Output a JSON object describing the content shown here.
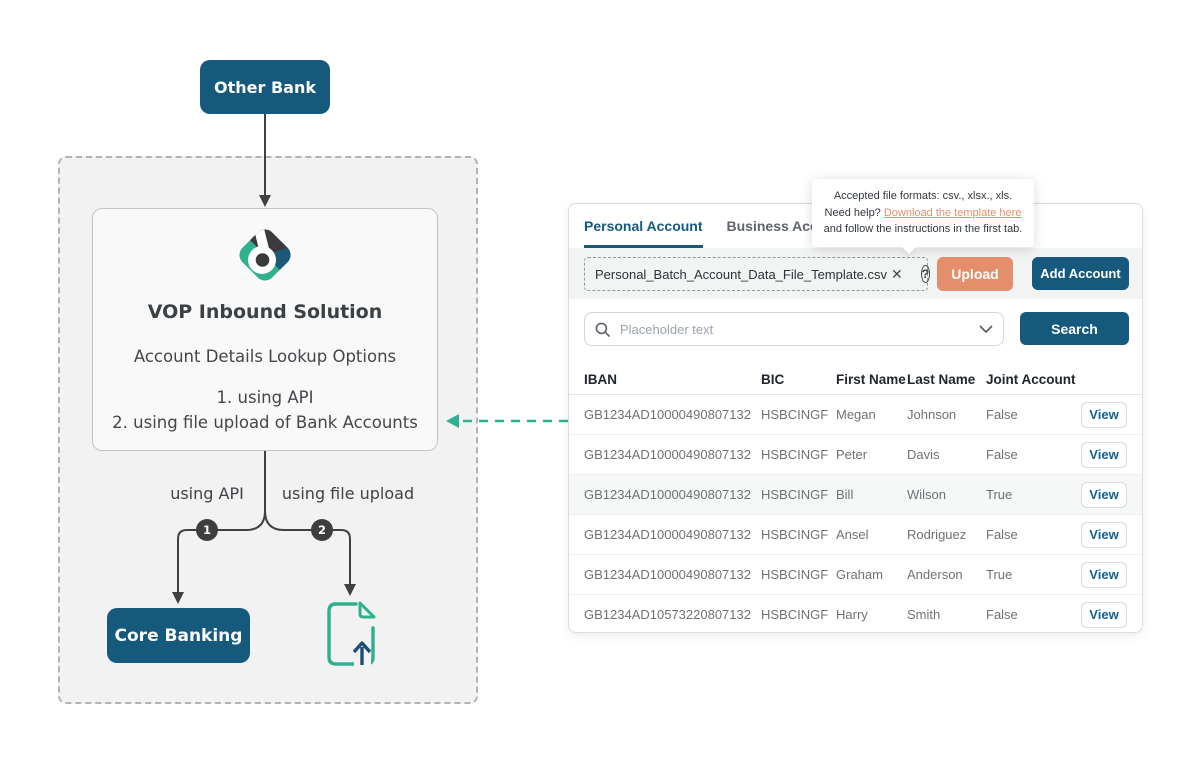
{
  "colors": {
    "navy": "#15597d",
    "salmon": "#e58e6b",
    "teal": "#2fb190",
    "line_dark": "#3f4043",
    "link_salmon": "#e78f6d"
  },
  "diagram": {
    "other_bank": "Other Bank",
    "title": "VOP Inbound Solution",
    "subtitle": "Account Details Lookup Options",
    "options": [
      "1. using API",
      "2. using file upload of Bank Accounts"
    ],
    "branch_api_label": "using API",
    "branch_file_label": "using file upload",
    "badges": [
      "1",
      "2"
    ],
    "core_banking": "Core Banking"
  },
  "panel": {
    "tabs": [
      {
        "label": "Personal Account"
      },
      {
        "label": "Business Account"
      }
    ],
    "tooltip": {
      "before": "Accepted file formats: csv., xlsx., xls. Need help? ",
      "link": "Download the template here",
      "after": " and follow the instructions in the first tab."
    },
    "file_upload": {
      "filename": "Personal_Batch_Account_Data_File_Template.csv",
      "clear_glyph": "✕",
      "help_glyph": "?",
      "upload_label": "Upload",
      "add_account_label": "Add Account"
    },
    "search": {
      "placeholder": "Placeholder text",
      "button_label": "Search"
    },
    "table": {
      "headers": [
        "IBAN",
        "BIC",
        "First Name",
        "Last Name",
        "Joint Account"
      ],
      "rows": [
        [
          "GB1234AD10000490807132",
          "HSBCINGF",
          "Megan",
          "Johnson",
          "False",
          "View"
        ],
        [
          "GB1234AD10000490807132",
          "HSBCINGF",
          "Peter",
          "Davis",
          "False",
          "View"
        ],
        [
          "GB1234AD10000490807132",
          "HSBCINGF",
          "Bill",
          "Wilson",
          "True",
          "View"
        ],
        [
          "GB1234AD10000490807132",
          "HSBCINGF",
          "Ansel",
          "Rodriguez",
          "False",
          "View"
        ],
        [
          "GB1234AD10000490807132",
          "HSBCINGF",
          "Graham",
          "Anderson",
          "True",
          "View"
        ],
        [
          "GB1234AD10573220807132",
          "HSBCINGF",
          "Harry",
          "Smith",
          "False",
          "View"
        ]
      ]
    }
  }
}
